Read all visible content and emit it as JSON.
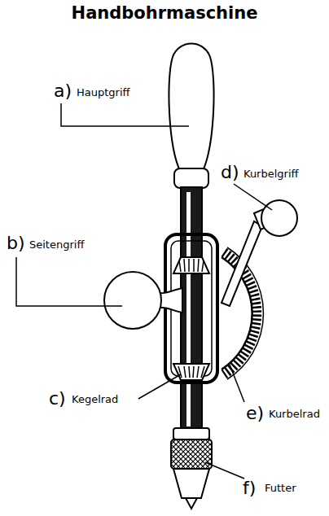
{
  "diagram": {
    "title": "Handbohrmaschine",
    "labels": [
      "a)",
      "Hauptgriff",
      "b)",
      "Seitengriff",
      "c)",
      "Kegelrad",
      "d)",
      "Kurbelgriff",
      "e)",
      "Kurbelrad",
      "f)",
      "Futter"
    ]
  }
}
